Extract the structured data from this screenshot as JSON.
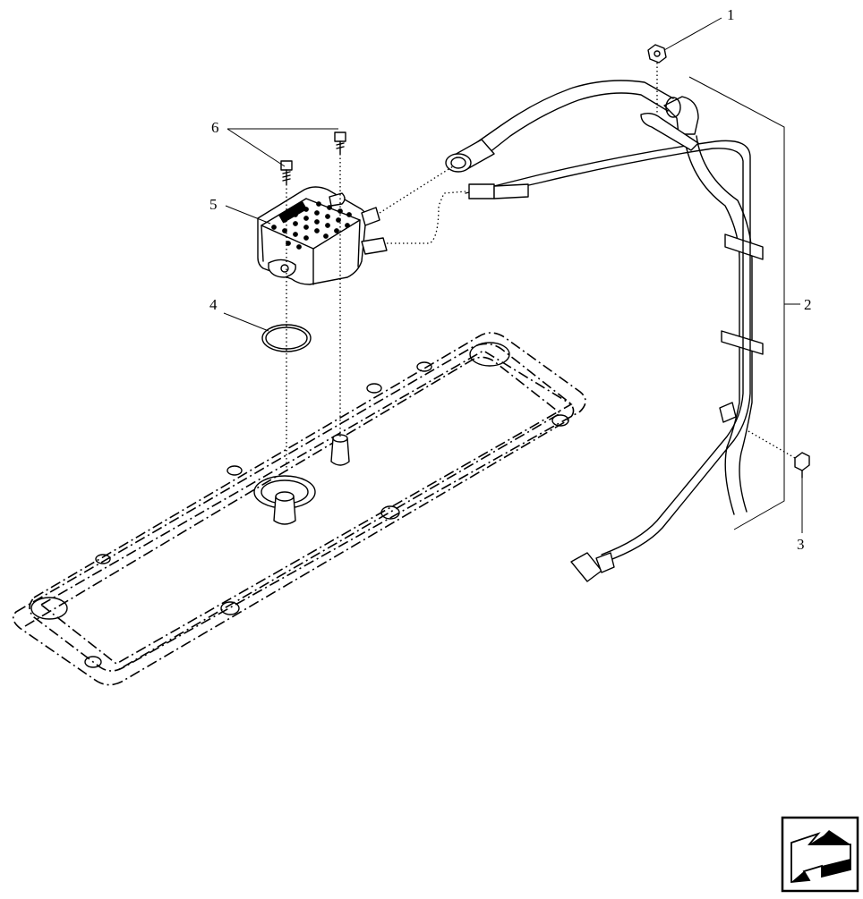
{
  "callouts": {
    "c1": "1",
    "c2": "2",
    "c3": "3",
    "c4": "4",
    "c5": "5",
    "c6": "6"
  },
  "nav_icon": "next-page-arrow-icon"
}
